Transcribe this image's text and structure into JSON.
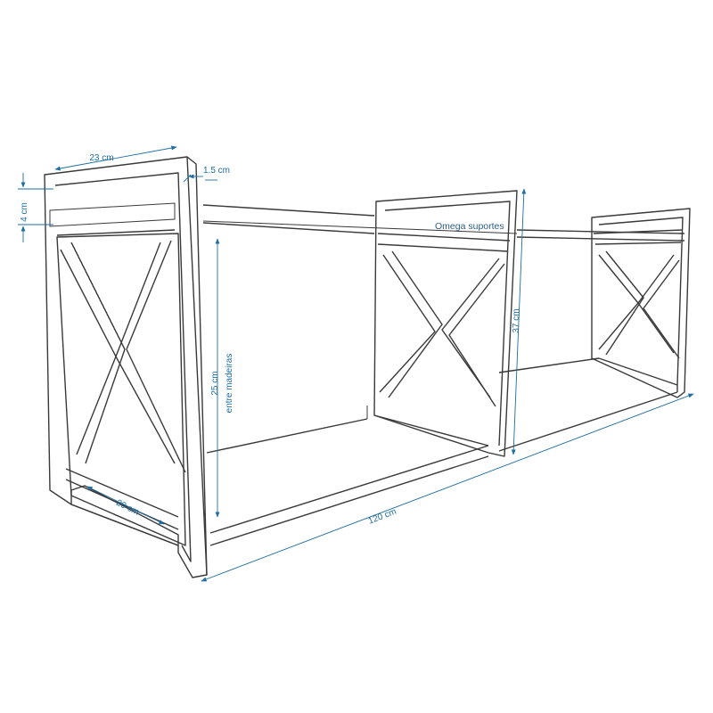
{
  "diagram": {
    "colors": {
      "frame": "#3a3a3a",
      "dimension": "#1f6ea0"
    },
    "labels": {
      "depth_top": "23 cm",
      "thickness": "1.5 cm",
      "plank_height": "4 cm",
      "shelf_gap": "25 cm",
      "shelf_gap_note": "entre madeiras",
      "total_height": "37 cm",
      "length": "120 cm",
      "depth_bottom": "20 cm",
      "omega": "Omega suportes"
    }
  }
}
